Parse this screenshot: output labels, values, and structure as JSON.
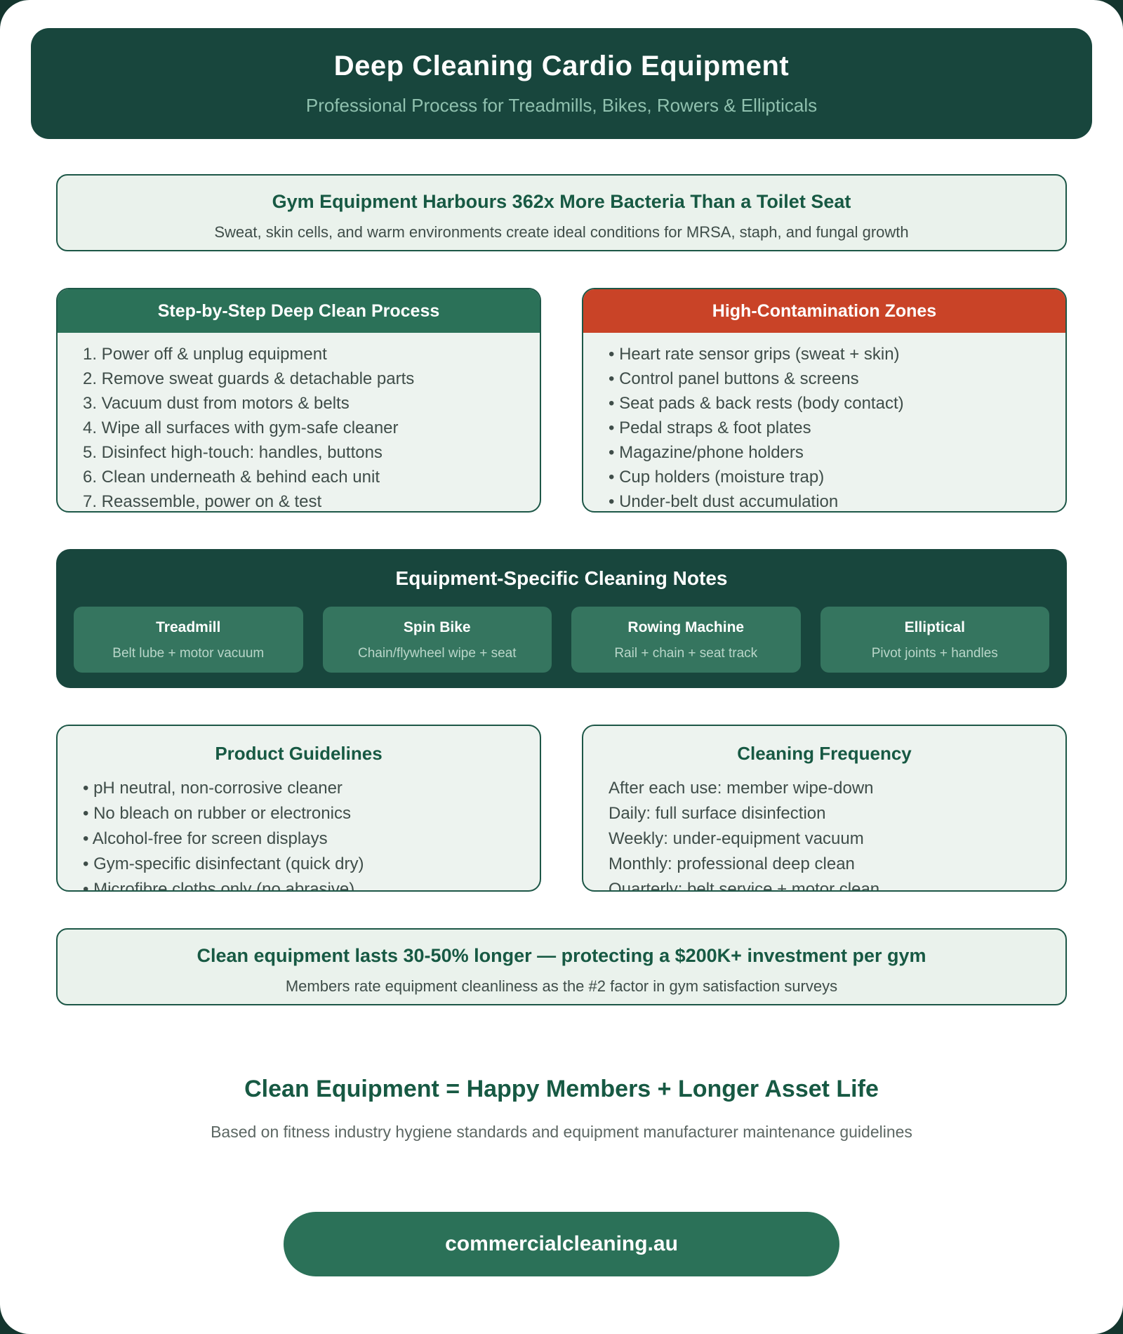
{
  "colors": {
    "dark_green": "#18463d",
    "mid_green": "#2b7158",
    "subcard_green": "#35755f",
    "alert_red": "#c94327",
    "light_bg": "#eaf2ec",
    "title_green": "#175943",
    "mint_text": "#8fc0ae"
  },
  "header": {
    "title": "Deep Cleaning Cardio Equipment",
    "subtitle": "Professional Process for Treadmills, Bikes, Rowers & Ellipticals"
  },
  "fact_banner": {
    "title": "Gym Equipment Harbours 362x More Bacteria Than a Toilet Seat",
    "subtitle": "Sweat, skin cells, and warm environments create ideal conditions for MRSA, staph, and fungal growth"
  },
  "process_card": {
    "title": "Step-by-Step Deep Clean Process",
    "steps": [
      "1. Power off & unplug equipment",
      "2. Remove sweat guards & detachable parts",
      "3. Vacuum dust from motors & belts",
      "4. Wipe all surfaces with gym-safe cleaner",
      "5. Disinfect high-touch: handles, buttons",
      "6. Clean underneath & behind each unit",
      "7. Reassemble, power on & test"
    ]
  },
  "zones_card": {
    "title": "High-Contamination Zones",
    "items": [
      "• Heart rate sensor grips (sweat + skin)",
      "• Control panel buttons & screens",
      "• Seat pads & back rests (body contact)",
      "• Pedal straps & foot plates",
      "• Magazine/phone holders",
      "• Cup holders (moisture trap)",
      "• Under-belt dust accumulation"
    ]
  },
  "equipment_panel": {
    "title": "Equipment-Specific Cleaning Notes",
    "cards": [
      {
        "name": "Treadmill",
        "note": "Belt lube + motor vacuum"
      },
      {
        "name": "Spin Bike",
        "note": "Chain/flywheel wipe + seat"
      },
      {
        "name": "Rowing Machine",
        "note": "Rail + chain + seat track"
      },
      {
        "name": "Elliptical",
        "note": "Pivot joints + handles"
      }
    ]
  },
  "guidelines_card": {
    "title": "Product Guidelines",
    "items": [
      "• pH neutral, non-corrosive cleaner",
      "• No bleach on rubber or electronics",
      "• Alcohol-free for screen displays",
      "• Gym-specific disinfectant (quick dry)",
      "• Microfibre cloths only (no abrasive)"
    ]
  },
  "frequency_card": {
    "title": "Cleaning Frequency",
    "items": [
      "After each use: member wipe-down",
      "Daily: full surface disinfection",
      "Weekly: under-equipment vacuum",
      "Monthly: professional deep clean",
      "Quarterly: belt service + motor clean"
    ]
  },
  "stat_banner": {
    "title": "Clean equipment lasts 30-50% longer — protecting a $200K+ investment per gym",
    "subtitle": "Members rate equipment cleanliness as the #2 factor in gym satisfaction surveys"
  },
  "tagline": {
    "title": "Clean Equipment = Happy Members + Longer Asset Life",
    "subtitle": "Based on fitness industry hygiene standards and equipment manufacturer maintenance guidelines"
  },
  "footer": {
    "website": "commercialcleaning.au"
  }
}
